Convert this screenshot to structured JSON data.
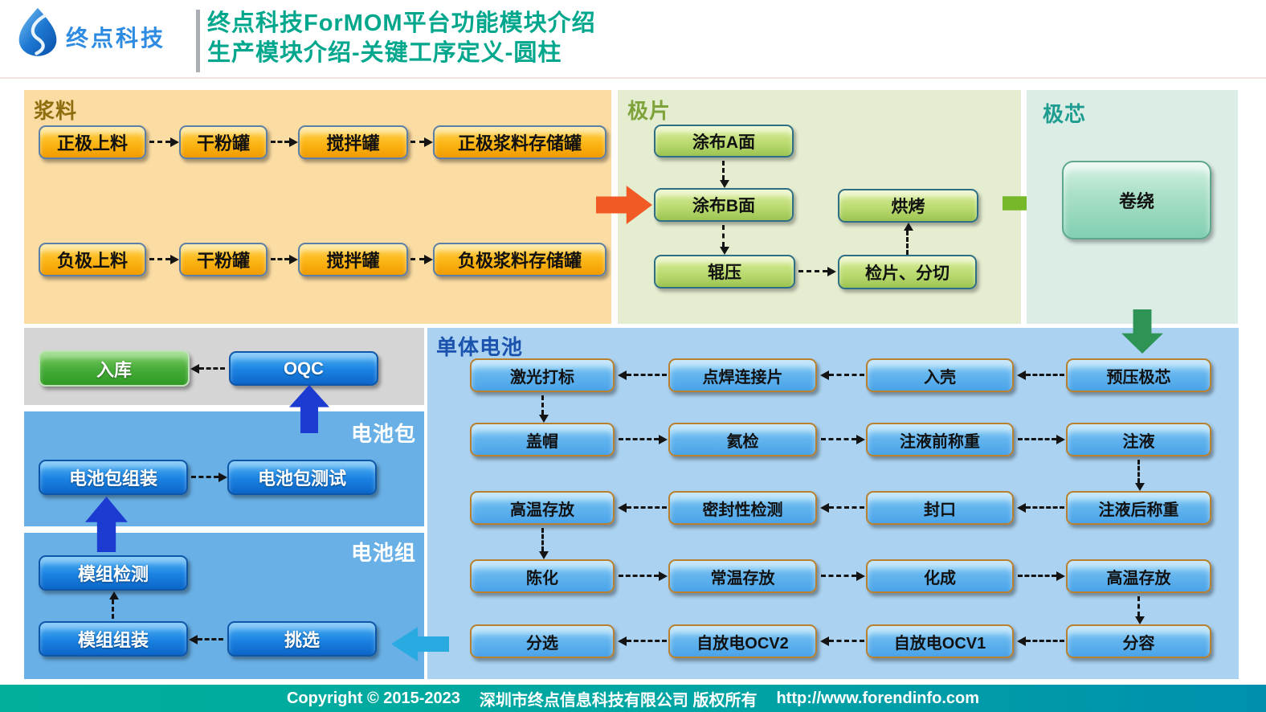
{
  "header": {
    "logo_text": "终点科技",
    "title_line1": "终点科技ForMOM平台功能模块介绍",
    "title_line2": "生产模块介绍-关键工序定义-圆柱"
  },
  "sections": {
    "slurry": {
      "title": "浆料",
      "row1": [
        "正极上料",
        "干粉罐",
        "搅拌罐",
        "正极浆料存储罐"
      ],
      "row2": [
        "负极上料",
        "干粉罐",
        "搅拌罐",
        "负极浆料存储罐"
      ]
    },
    "electrode": {
      "title": "极片",
      "coat_a": "涂布A面",
      "coat_b": "涂布B面",
      "rolling": "辊压",
      "baking": "烘烤",
      "inspect_slit": "检片、分切"
    },
    "core": {
      "title": "极芯",
      "winding": "卷绕"
    },
    "cell": {
      "title": "单体电池",
      "rows": [
        [
          "激光打标",
          "点焊连接片",
          "入壳",
          "预压极芯"
        ],
        [
          "盖帽",
          "氦检",
          "注液前称重",
          "注液"
        ],
        [
          "高温存放",
          "密封性检测",
          "封口",
          "注液后称重"
        ],
        [
          "陈化",
          "常温存放",
          "化成",
          "高温存放"
        ],
        [
          "分选",
          "自放电OCV2",
          "自放电OCV1",
          "分容"
        ]
      ]
    },
    "warehouse": {
      "storage": "入库",
      "oqc": "OQC"
    },
    "pack": {
      "title": "电池包",
      "assembly": "电池包组装",
      "testing": "电池包测试"
    },
    "module": {
      "title": "电池组",
      "inspect": "模组检测",
      "assembly": "模组组装",
      "sorting": "挑选"
    }
  },
  "footer": {
    "copyright": "Copyright  © 2015-2023",
    "company": "深圳市终点信息科技有限公司 版权所有",
    "url": "http://www.forendinfo.com"
  },
  "colors": {
    "title_teal": "#00A78C",
    "logo_blue": "#2E8BE2",
    "slurry_bg": "#FBDCA3",
    "slurry_heading": "#8F6E0F",
    "electrode_bg": "#E5EDD1",
    "electrode_heading": "#7FA33B",
    "core_bg": "#DCEDE6",
    "core_heading": "#1E9C90",
    "cell_bg": "#ABD2F0",
    "cell_heading": "#1A52AE",
    "left_panel_bg": "#69B0E6",
    "gray_bg": "#D5D5D5",
    "arrow_orange": "#F15A24",
    "arrow_green": "#76B82A",
    "arrow_dark_green": "#2E9455",
    "arrow_dark_blue": "#1C3BD0",
    "arrow_cyan": "#29ABE2",
    "footer_left": "#00B09B",
    "footer_right": "#0090AE"
  }
}
